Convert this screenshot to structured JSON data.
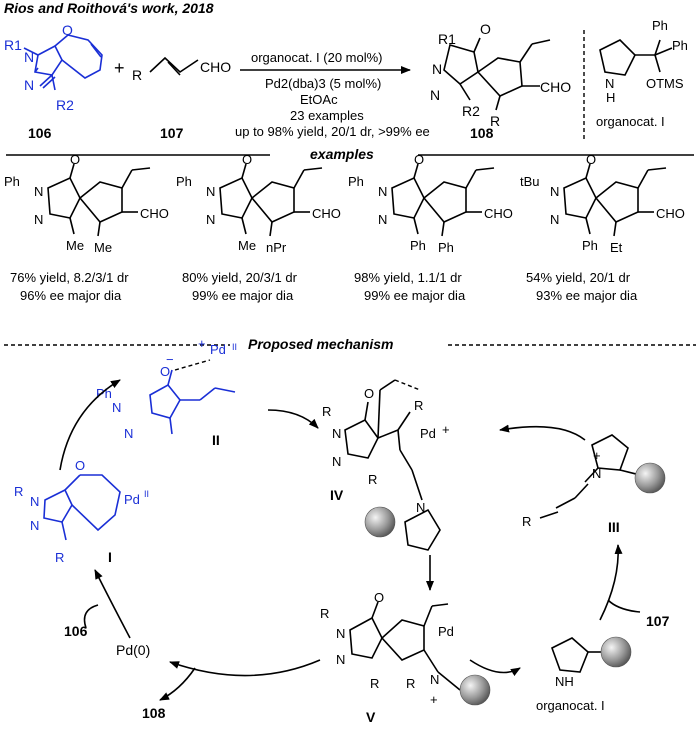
{
  "header": {
    "title": "Rios and Roithová's work, 2018"
  },
  "scheme": {
    "reactant1": {
      "label": "106",
      "substituents": [
        "R1",
        "R2"
      ],
      "atoms": [
        "N",
        "N",
        "O"
      ]
    },
    "plus": "+",
    "reactant2": {
      "label": "107",
      "substituents": [
        "R"
      ],
      "group": "CHO"
    },
    "conditions": [
      "organocat. I (20 mol%)",
      "Pd2(dba)3 (5 mol%)",
      "EtOAc",
      "23 examples",
      "up to 98% yield, 20/1 dr, >99% ee"
    ],
    "product": {
      "label": "108",
      "substituents": [
        "R1",
        "R2",
        "R"
      ],
      "group": "CHO",
      "atoms": [
        "N",
        "N",
        "O"
      ]
    },
    "catalyst": {
      "label": "organocat. I",
      "groups": [
        "Ph",
        "Ph",
        "OTMS"
      ],
      "atoms": [
        "N",
        "H"
      ]
    }
  },
  "examples_heading": "examples",
  "examples": [
    {
      "n_sub": "Ph",
      "c_sub": "Me",
      "r": "Me",
      "line1": "76% yield, 8.2/3/1 dr",
      "line2": "96% ee major dia"
    },
    {
      "n_sub": "Ph",
      "c_sub": "Me",
      "r": "nPr",
      "line1": "80% yield, 20/3/1 dr",
      "line2": "99% ee major dia"
    },
    {
      "n_sub": "Ph",
      "c_sub": "Ph",
      "r": "Ph",
      "line1": "98% yield, 1.1/1 dr",
      "line2": "99% ee major dia"
    },
    {
      "n_sub": "tBu",
      "c_sub": "Ph",
      "r": "Et",
      "line1": "54% yield, 20/1 dr",
      "line2": "93% ee major dia"
    }
  ],
  "mechanism_heading": "Proposed mechanism",
  "mechanism": {
    "I": "I",
    "II": "II",
    "III": "III",
    "IV": "IV",
    "V": "V",
    "pd0": "Pd(0)",
    "pdII": "Pd",
    "pdII_sup": "II",
    "pd": "Pd",
    "in_106": "106",
    "out_108": "108",
    "in_107": "107",
    "organocat": "organocat. I",
    "charge_plus": "+",
    "charge_minus": "−"
  }
}
